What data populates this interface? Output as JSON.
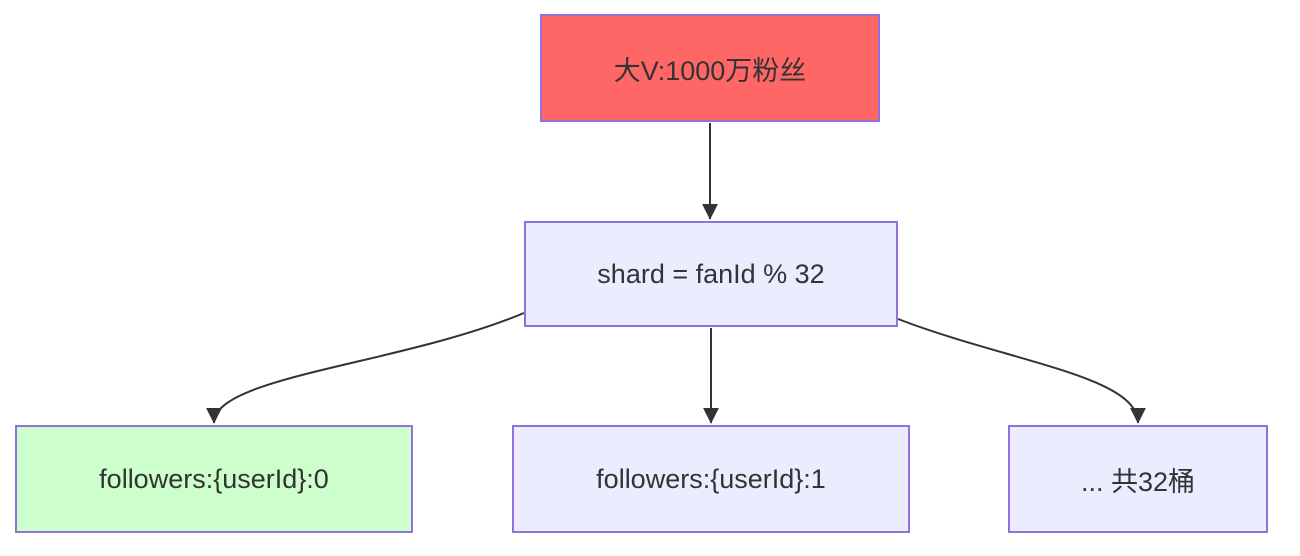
{
  "diagram": {
    "background": "#ffffff",
    "edge_color": "#333333",
    "text_color": "#333333",
    "nodes": {
      "big_v": {
        "label": "大V:1000万粉丝",
        "fill": "#ff6666",
        "border": "#9370db"
      },
      "shard": {
        "label": "shard = fanId % 32",
        "fill": "#ececff",
        "border": "#9370db"
      },
      "bucket0": {
        "label": "followers:{userId}:0",
        "fill": "#ccffcc",
        "border": "#9370db"
      },
      "bucket1": {
        "label": "followers:{userId}:1",
        "fill": "#ececff",
        "border": "#9370db"
      },
      "bucket_n": {
        "label": "... 共32桶",
        "fill": "#ececff",
        "border": "#9370db"
      }
    },
    "edges": [
      {
        "from": "big_v",
        "to": "shard"
      },
      {
        "from": "shard",
        "to": "bucket0"
      },
      {
        "from": "shard",
        "to": "bucket1"
      },
      {
        "from": "shard",
        "to": "bucket_n"
      }
    ]
  }
}
